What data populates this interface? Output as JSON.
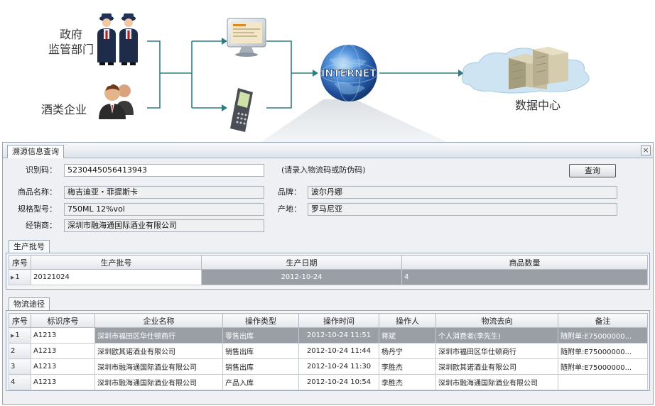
{
  "diagram": {
    "gov_label": "政府\n监管部门",
    "ent_label": "酒类企业",
    "internet_label": "INTERNET",
    "datacenter_label": "数据中心"
  },
  "window": {
    "tab_title": "溯源信息查询",
    "close_glyph": "×",
    "form": {
      "code_label": "识别码：",
      "code_value": "5230445056413943",
      "code_hint": "(请录入物流码或防伪码)",
      "query_button": "查询",
      "name_label": "商品名称：",
      "name_value": "梅吉迪亚・菲提斯卡",
      "brand_label": "品牌：",
      "brand_value": "波尔丹娜",
      "spec_label": "规格型号：",
      "spec_value": "750ML 12%vol",
      "origin_label": "产地：",
      "origin_value": "罗马尼亚",
      "dealer_label": "经销商：",
      "dealer_value": "深圳市融海通国际酒业有限公司"
    },
    "batch": {
      "group_title": "生产批号",
      "columns": [
        "序号",
        "生产批号",
        "生产日期",
        "商品数量"
      ],
      "rows": [
        {
          "no": "1",
          "batch": "20121024",
          "date": "2012-10-24",
          "qty": "4"
        }
      ]
    },
    "logistics": {
      "group_title": "物流途径",
      "columns": [
        "序号",
        "标识序号",
        "企业名称",
        "操作类型",
        "操作时间",
        "操作人",
        "物流去向",
        "备注"
      ],
      "rows": [
        {
          "no": "1",
          "id": "A1213",
          "company": "深圳市福田区华仕顿商行",
          "op": "零售出库",
          "time": "2012-10-24 11:51",
          "person": "蒋斌",
          "dest": "个人消费者(李先生)",
          "note": "随附单:E75000000..."
        },
        {
          "no": "2",
          "id": "A1213",
          "company": "深圳欧其诺酒业有限公司",
          "op": "销售出库",
          "time": "2012-10-24 11:44",
          "person": "杨丹宁",
          "dest": "深圳市福田区华仕顿商行",
          "note": "随附单:E75000000..."
        },
        {
          "no": "3",
          "id": "A1213",
          "company": "深圳市融海通国际酒业有限公司",
          "op": "销售出库",
          "time": "2012-10-24 11:30",
          "person": "李胜杰",
          "dest": "深圳欧其诺酒业有限公司",
          "note": "随附单:E75000000..."
        },
        {
          "no": "4",
          "id": "A1213",
          "company": "深圳市融海通国际酒业有限公司",
          "op": "产品入库",
          "time": "2012-10-24 10:54",
          "person": "李胜杰",
          "dest": "深圳市融海通国际酒业有限公司",
          "note": ""
        }
      ]
    }
  },
  "colors": {
    "connector": "#2f7d80",
    "selected_row": "#9a9fa6",
    "globe": "#2a63b0",
    "cloud": "#cfe4f2"
  }
}
